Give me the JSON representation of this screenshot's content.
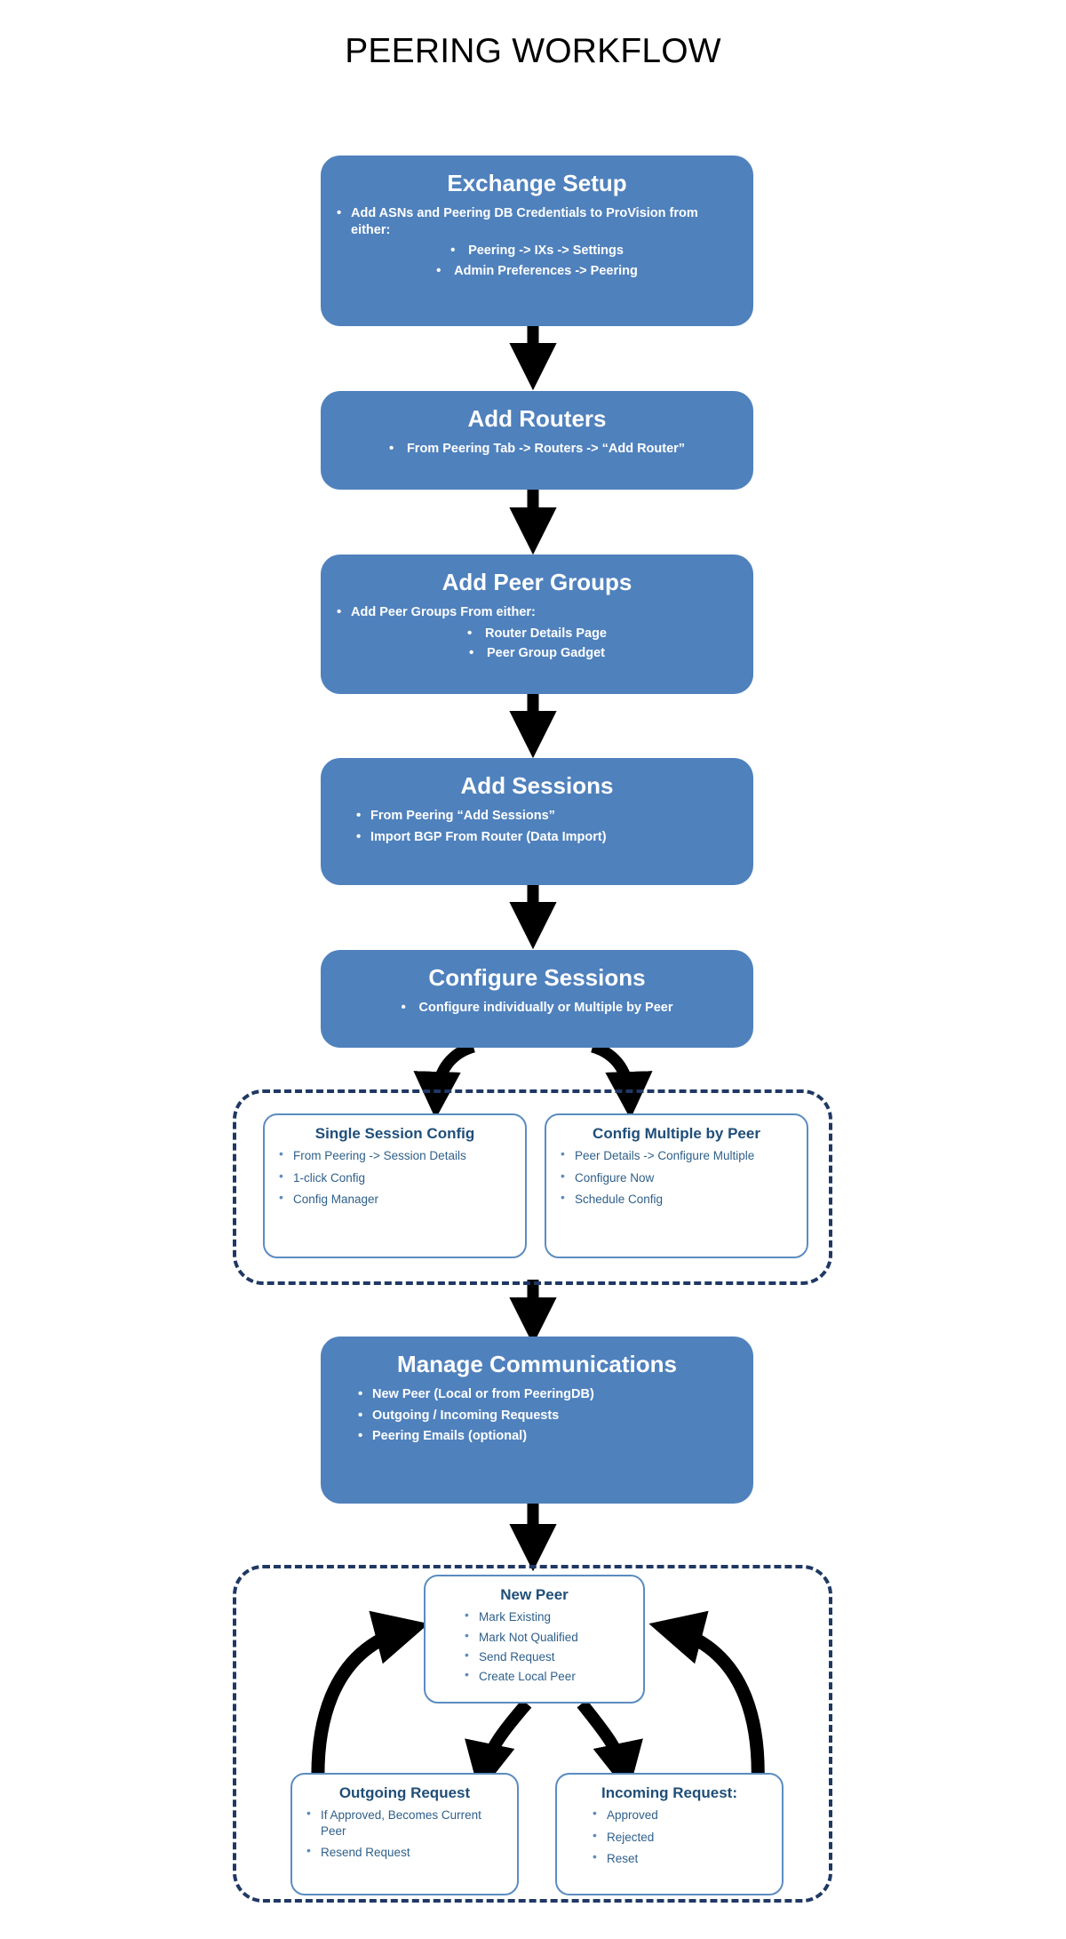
{
  "title": "PEERING WORKFLOW",
  "theme": {
    "box_fill": "#4f81bd",
    "box_text": "#ffffff",
    "subbox_border": "#5b8cc0",
    "subbox_text": "#1f4e79",
    "dashed_border": "#1f3864",
    "arrow_color": "#000000",
    "page_background": "#ffffff"
  },
  "steps": [
    {
      "id": "exchange-setup",
      "title": "Exchange Setup",
      "bullets": [
        "Add ASNs and Peering DB Credentials to ProVision from either:"
      ],
      "sub_bullets": [
        "Peering -> IXs -> Settings",
        "Admin Preferences -> Peering"
      ]
    },
    {
      "id": "add-routers",
      "title": "Add Routers",
      "bullets": [
        "From Peering Tab -> Routers -> “Add Router”"
      ],
      "sub_bullets": []
    },
    {
      "id": "add-peer-groups",
      "title": "Add Peer Groups",
      "bullets": [
        "Add Peer Groups From either:"
      ],
      "sub_bullets": [
        "Router Details Page",
        "Peer Group Gadget"
      ]
    },
    {
      "id": "add-sessions",
      "title": "Add Sessions",
      "bullets": [
        "From  Peering “Add Sessions”",
        "Import BGP From Router (Data Import)"
      ],
      "sub_bullets": []
    },
    {
      "id": "configure-sessions",
      "title": "Configure Sessions",
      "bullets": [
        "Configure individually or Multiple by Peer"
      ],
      "sub_bullets": []
    },
    {
      "id": "manage-communications",
      "title": "Manage Communications",
      "bullets": [
        "New Peer (Local or from PeeringDB)",
        "Outgoing / Incoming Requests",
        "Peering Emails (optional)"
      ],
      "sub_bullets": []
    }
  ],
  "config_group": {
    "boxes": [
      {
        "id": "single-session-config",
        "title": "Single Session Config",
        "bullets": [
          "From Peering -> Session Details",
          "1-click Config",
          "Config Manager"
        ]
      },
      {
        "id": "config-multiple-by-peer",
        "title": "Config Multiple by Peer",
        "bullets": [
          "Peer Details -> Configure Multiple",
          "Configure Now",
          "Schedule Config"
        ]
      }
    ]
  },
  "communications_group": {
    "boxes": [
      {
        "id": "new-peer",
        "title": "New Peer",
        "bullets": [
          "Mark Existing",
          "Mark Not Qualified",
          "Send Request",
          "Create Local Peer"
        ]
      },
      {
        "id": "outgoing-request",
        "title": "Outgoing Request",
        "bullets": [
          "If Approved, Becomes Current Peer",
          "Resend Request"
        ]
      },
      {
        "id": "incoming-request",
        "title": "Incoming Request:",
        "bullets": [
          "Approved",
          "Rejected",
          "Reset"
        ]
      }
    ]
  }
}
